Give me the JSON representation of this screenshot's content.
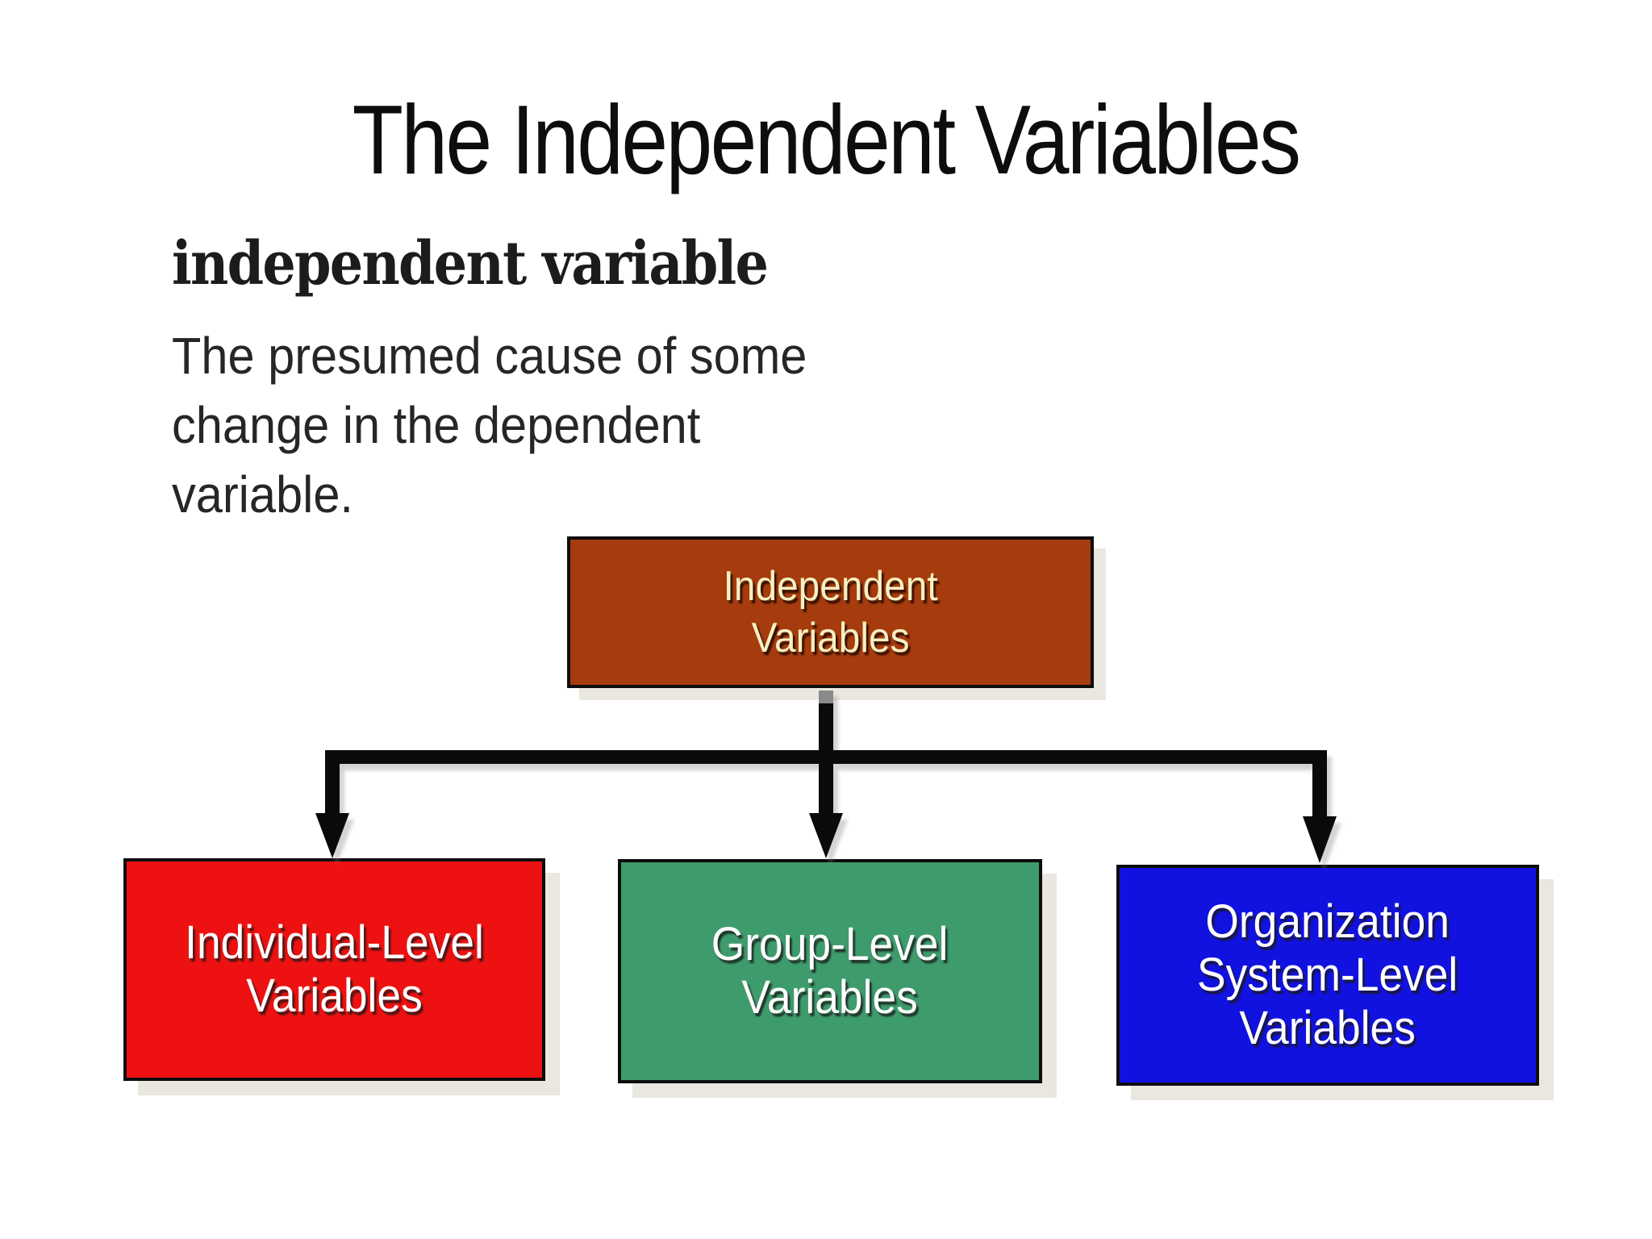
{
  "slide": {
    "title": "The Independent Variables",
    "term": {
      "word": "independent variable",
      "definition_text": "The presumed cause of some change in the dependent variable.",
      "definition_lines": [
        "The presumed cause of some",
        "change in the dependent",
        "variable."
      ]
    },
    "diagram": {
      "root": {
        "id": "independent-variables",
        "label": "Independent Variables",
        "lines": [
          "Independent",
          "Variables"
        ],
        "bg_color": "#A63C0E",
        "text_color": "#F6EFC2"
      },
      "children": [
        {
          "id": "individual-level-variables",
          "label": "Individual-Level Variables",
          "lines": [
            "Individual-Level",
            "Variables"
          ],
          "bg_color": "#EE1111",
          "text_color": "#FFFFFF"
        },
        {
          "id": "group-level-variables",
          "label": "Group-Level Variables",
          "lines": [
            "Group-Level",
            "Variables"
          ],
          "bg_color": "#3E9B6C",
          "text_color": "#FFFFFF"
        },
        {
          "id": "organization-system-level-variables",
          "label": "Organization System-Level Variables",
          "lines": [
            "Organization",
            "System-Level",
            "Variables"
          ],
          "bg_color": "#1212E0",
          "text_color": "#FFFFFF"
        }
      ],
      "connector_color": "#0A0A0A",
      "connector_stub_color": "#8A8A8A",
      "shadow_color": "#EAE7E0"
    }
  }
}
